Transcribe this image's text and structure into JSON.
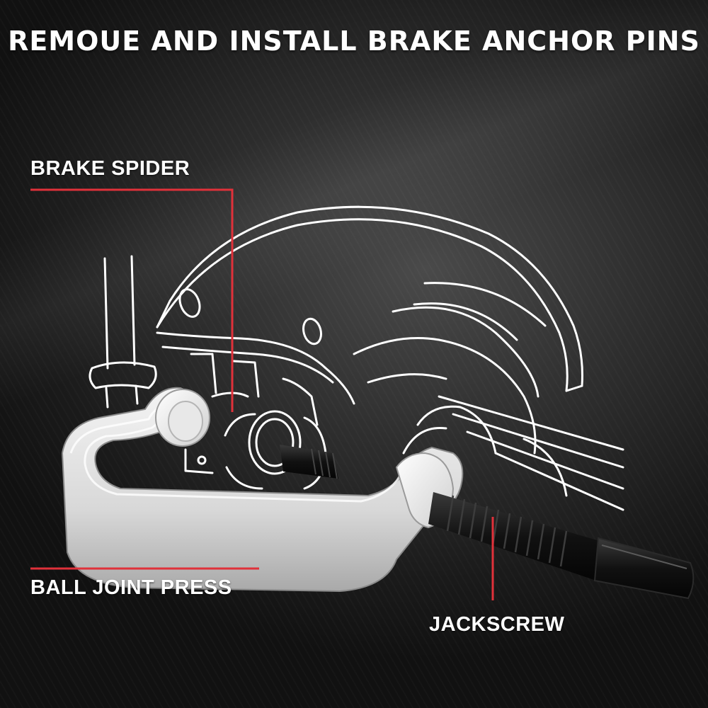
{
  "title": "REMOUE AND INSTALL BRAKE ANCHOR PINS",
  "labels": {
    "brake_spider": "BRAKE SPIDER",
    "ball_joint_press": "BALL JOINT PRESS",
    "jackscrew": "JACKSCREW"
  },
  "colors": {
    "accent": "#e0313a",
    "text": "#ffffff",
    "line_art": "#ffffff",
    "press_body": "#e4e4e4",
    "screw": "#151515"
  }
}
